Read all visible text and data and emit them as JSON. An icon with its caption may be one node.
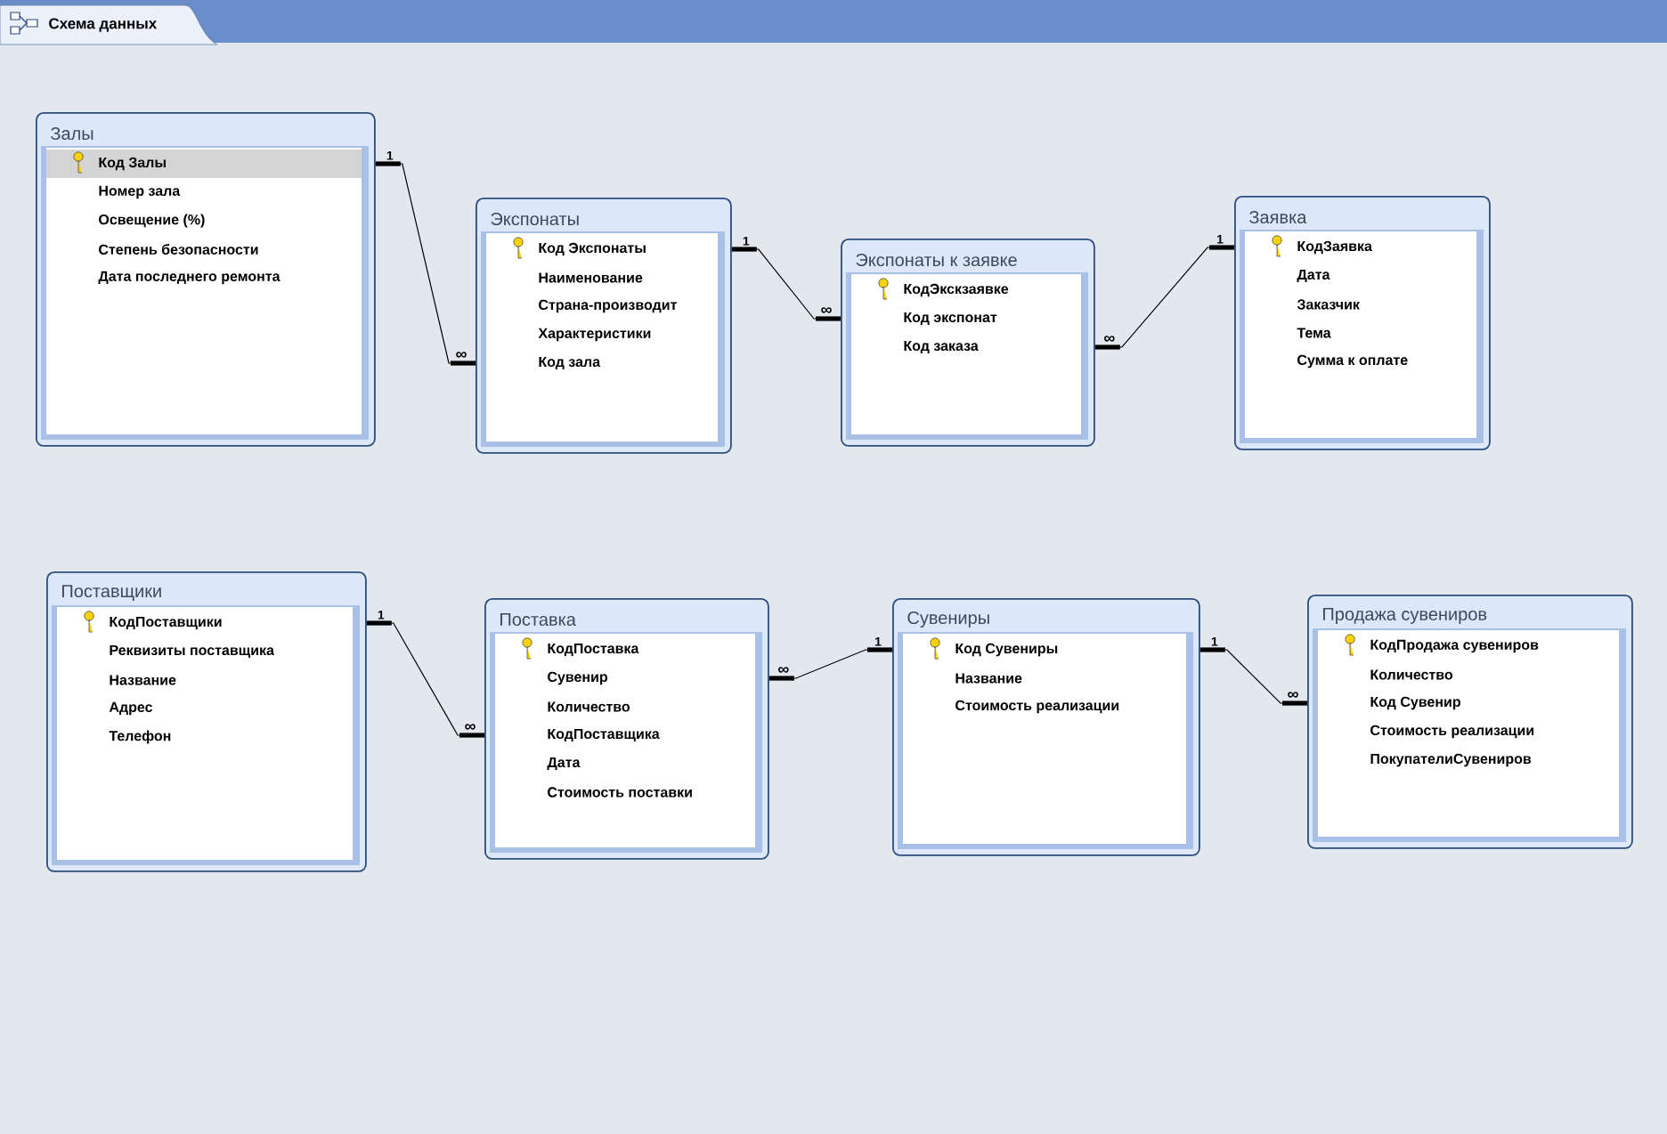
{
  "diagram": {
    "title": "Схема данных",
    "nodes": [
      {
        "text": [
          "Залы",
          "Код Залы",
          "Номер зала",
          "Освещение (%)",
          "Степень безопасности",
          "Дата последнего ремонта"
        ]
      },
      {
        "text": [
          "Экспонаты",
          "Код Экспонаты",
          "Наименование",
          "Страна-производит",
          "Характеристики",
          "Код зала"
        ]
      },
      {
        "text": [
          "Экспонаты к заявке",
          "КодЭкскзаявке",
          "Код экспонат",
          "Код заказа"
        ]
      },
      {
        "text": [
          "Заявка",
          "КодЗаявка",
          "Дата",
          "Заказчик",
          "Тема",
          "Сумма к оплате"
        ]
      },
      {
        "text": [
          "Поставщики",
          "КодПоставщики",
          "Реквизиты поставщика",
          "Название",
          "Адрес",
          "Телефон"
        ]
      },
      {
        "text": [
          "Поставка",
          "КодПоставка",
          "Сувенир",
          "Количество",
          "КодПоставщика",
          "Дата",
          "Стоимость поставки"
        ]
      },
      {
        "text": [
          "Сувениры",
          "Код Сувениры",
          "Название",
          "Стоимость реализации"
        ]
      },
      {
        "text": [
          "Продажа сувениров",
          "КодПродажа сувениров",
          "Количество",
          "Код Сувенир",
          "Стоимость реализации",
          "ПокупателиСувениров"
        ]
      }
    ],
    "edges": [
      {
        "from": 0,
        "to": 1,
        "arrow": "none"
      },
      {
        "from": 1,
        "to": 2,
        "arrow": "none"
      },
      {
        "from": 3,
        "to": 2,
        "arrow": "none"
      },
      {
        "from": 4,
        "to": 5,
        "arrow": "none"
      },
      {
        "from": 6,
        "to": 5,
        "arrow": "none"
      },
      {
        "from": 6,
        "to": 7,
        "arrow": "none"
      }
    ],
    "labels": [
      "1",
      "∞",
      "1",
      "∞",
      "1",
      "∞",
      "1",
      "∞",
      "1",
      "∞",
      "1",
      "∞"
    ]
  }
}
